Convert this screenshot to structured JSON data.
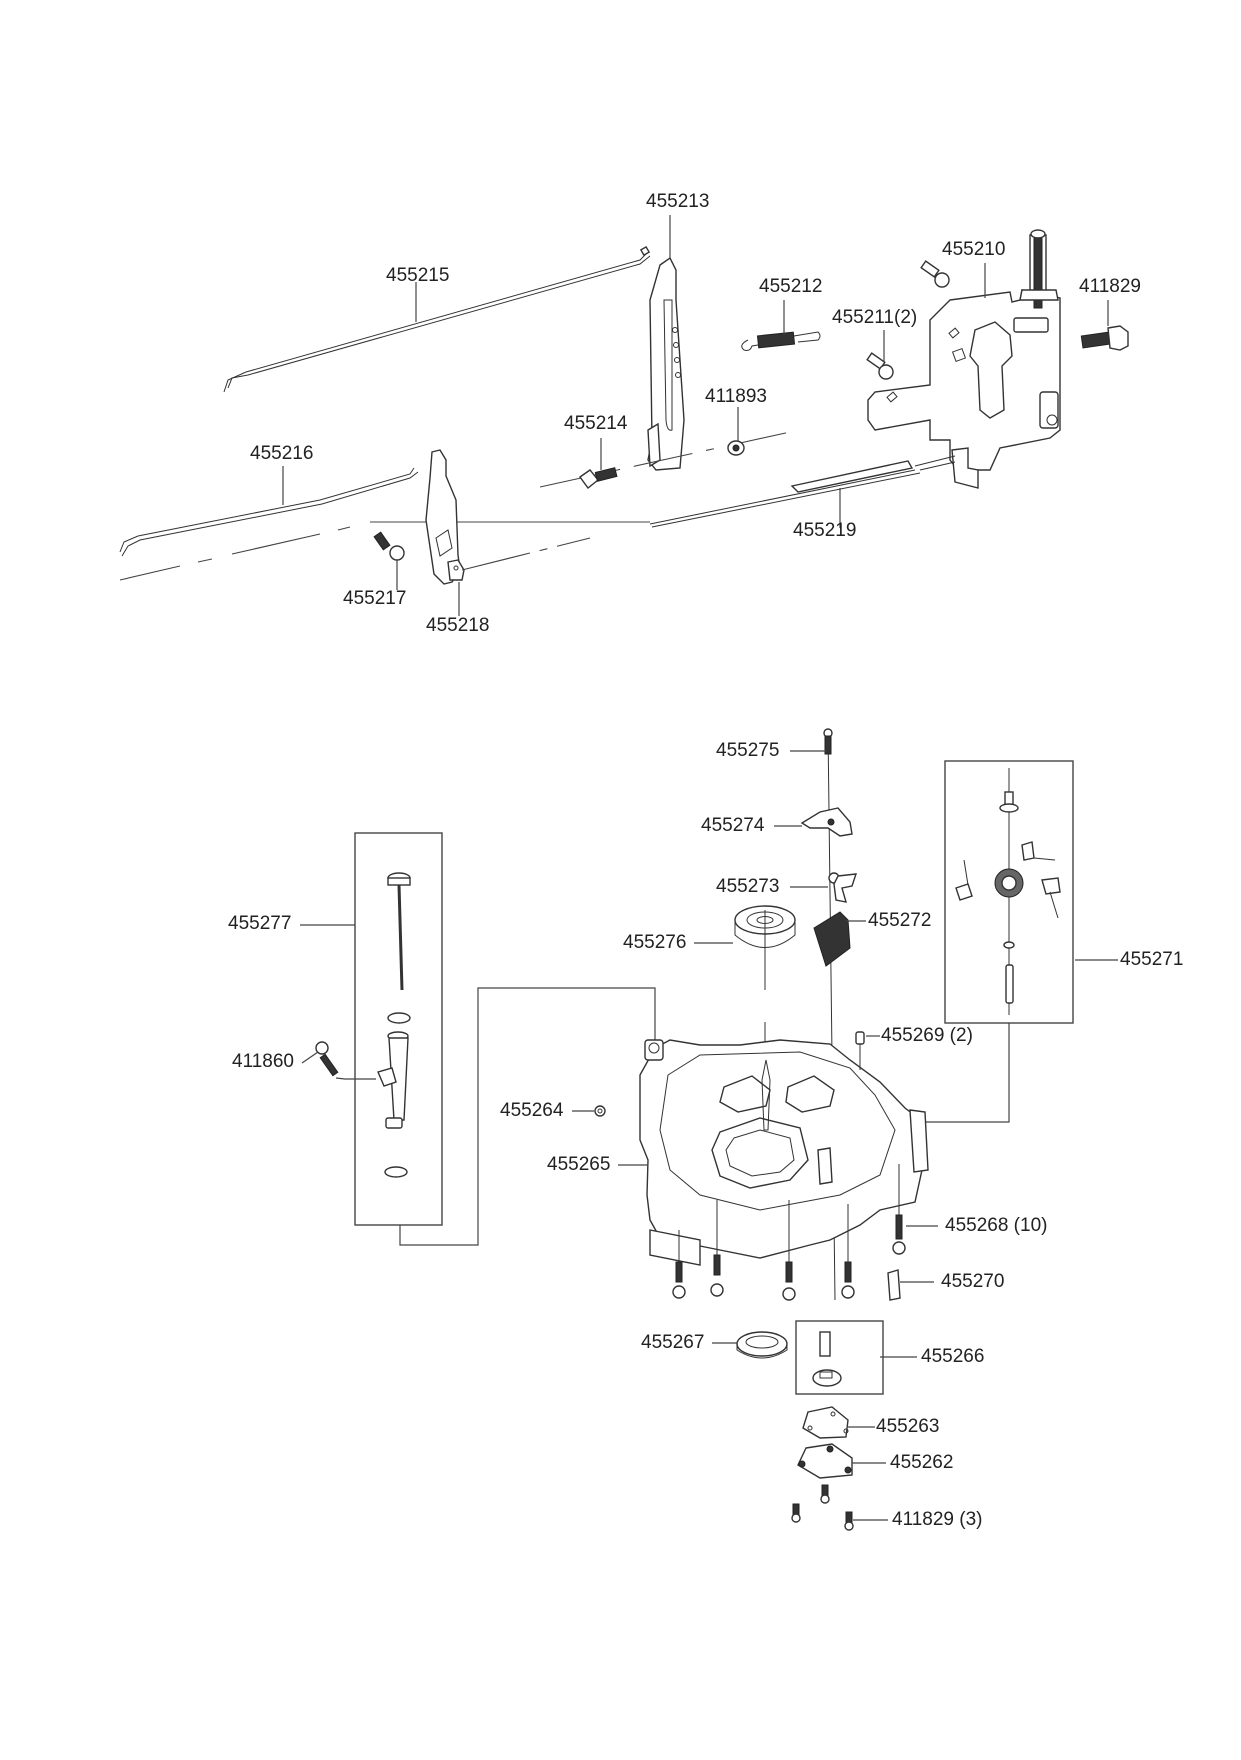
{
  "diagram": {
    "type": "exploded-parts-diagram",
    "upper_assembly": {
      "labels": {
        "p455213": "455213",
        "p455215": "455215",
        "p455212": "455212",
        "p455210": "455210",
        "p411829": "411829",
        "p455211": "455211(2)",
        "p411893": "411893",
        "p455214": "455214",
        "p455216": "455216",
        "p455219": "455219",
        "p455217": "455217",
        "p455218": "455218"
      }
    },
    "lower_assembly": {
      "labels": {
        "p455275": "455275",
        "p455274": "455274",
        "p455273": "455273",
        "p455272": "455272",
        "p455276": "455276",
        "p455271": "455271",
        "p455277": "455277",
        "p411860": "411860",
        "p455269": "455269 (2)",
        "p455264": "455264",
        "p455265": "455265",
        "p455268": "455268 (10)",
        "p455270": "455270",
        "p455267": "455267",
        "p455266": "455266",
        "p455263": "455263",
        "p455262": "455262",
        "p411829b": "411829 (3)"
      }
    }
  }
}
